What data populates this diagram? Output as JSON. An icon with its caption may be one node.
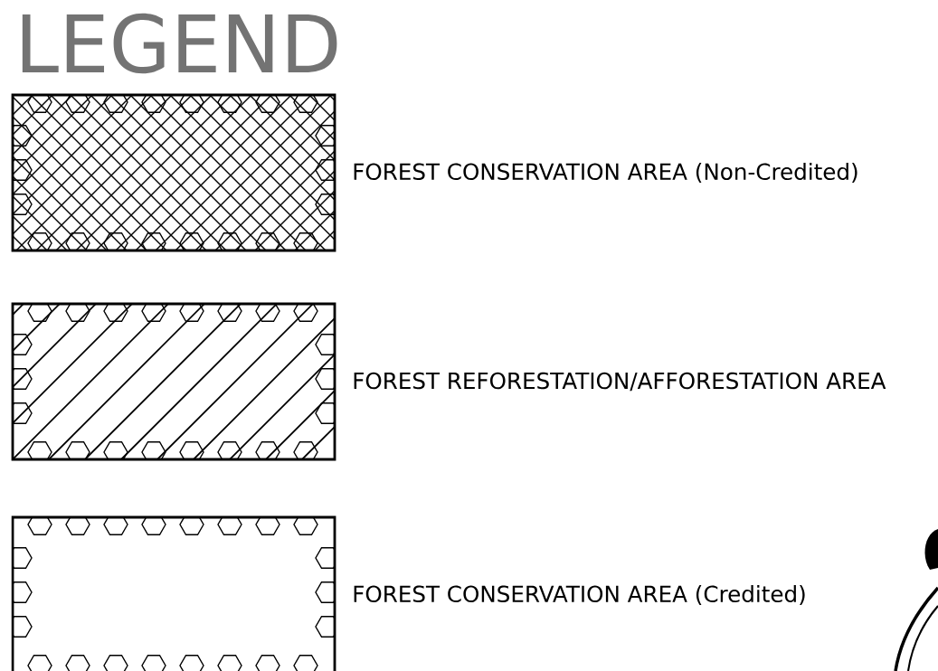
{
  "diagram": {
    "title": "LEGEND",
    "legend": [
      {
        "text": "FOREST CONSERVATION AREA (Non-Credited)"
      },
      {
        "text": "FOREST REFORESTATION/AFFORESTATION AREA"
      },
      {
        "text": "FOREST CONSERVATION AREA (Credited)"
      }
    ]
  }
}
